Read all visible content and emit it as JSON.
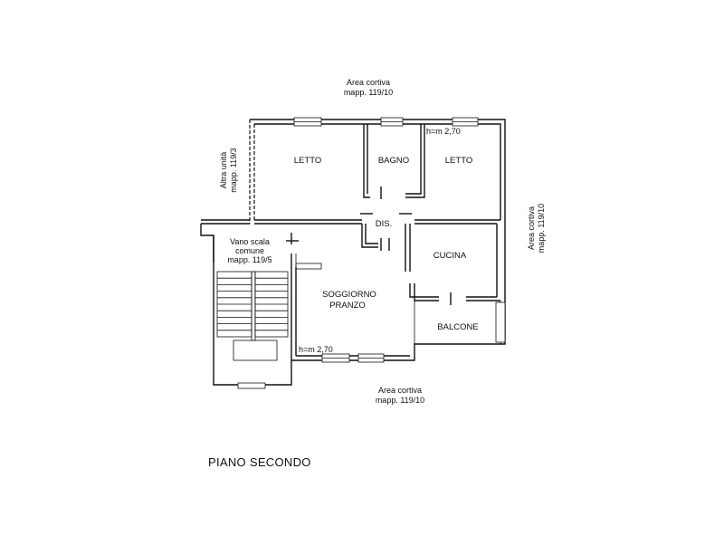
{
  "plan": {
    "title": "PIANO SECONDO",
    "rooms": {
      "letto_1": "LETTO",
      "bagno": "BAGNO",
      "letto_2": "LETTO",
      "dis": "DIS.",
      "cucina": "CUCINA",
      "soggiorno_1": "SOGGIORNO",
      "soggiorno_2": "PRANZO",
      "balcone": "BALCONE"
    },
    "heights": {
      "top_right": "h=m 2,70",
      "bottom_left": "h=m 2,70"
    },
    "surroundings": {
      "top_1": "Area cortiva",
      "top_2": "mapp. 119/10",
      "bottom_1": "Area cortiva",
      "bottom_2": "mapp. 119/10",
      "right_1": "Area cortiva",
      "right_2": "mapp. 119/10",
      "left_1": "Altra unità",
      "left_2": "mapp. 119/3",
      "stair_1": "Vano scala",
      "stair_2": "comune",
      "stair_3": "mapp. 119/5"
    }
  }
}
